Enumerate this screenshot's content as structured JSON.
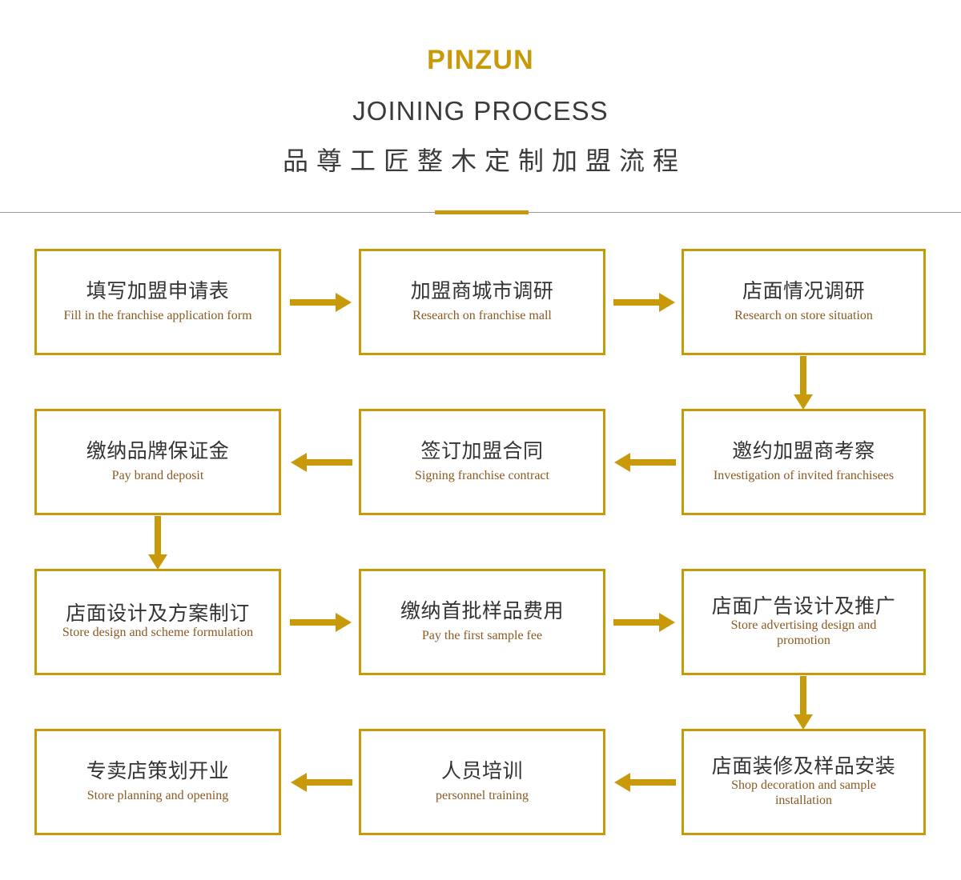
{
  "header": {
    "brand": "PINZUN",
    "subtitle_en": "JOINING PROCESS",
    "subtitle_cn": "品尊工匠整木定制加盟流程",
    "accent_color": "#C89A0A",
    "rule_color": "#9a9a9a"
  },
  "theme": {
    "gold": "#C89A0A",
    "cn_text": "#333333",
    "en_text": "#8a5a22",
    "background": "#ffffff"
  },
  "flow": {
    "nodes": [
      {
        "id": "n1",
        "cn": "填写加盟申请表",
        "en": "Fill in the franchise application form"
      },
      {
        "id": "n2",
        "cn": "加盟商城市调研",
        "en": "Research on franchise mall"
      },
      {
        "id": "n3",
        "cn": "店面情况调研",
        "en": "Research on store situation"
      },
      {
        "id": "n4",
        "cn": "缴纳品牌保证金",
        "en": "Pay brand deposit"
      },
      {
        "id": "n5",
        "cn": "签订加盟合同",
        "en": "Signing franchise contract"
      },
      {
        "id": "n6",
        "cn": "邀约加盟商考察",
        "en": "Investigation of invited franchisees"
      },
      {
        "id": "n7",
        "cn": "店面设计及方案制订",
        "en": "Store design and scheme formulation"
      },
      {
        "id": "n8",
        "cn": "缴纳首批样品费用",
        "en": "Pay the first sample fee"
      },
      {
        "id": "n9",
        "cn": "店面广告设计及推广",
        "en": "Store advertising design and promotion"
      },
      {
        "id": "n10",
        "cn": "专卖店策划开业",
        "en": "Store planning and opening"
      },
      {
        "id": "n11",
        "cn": "人员培训",
        "en": "personnel training"
      },
      {
        "id": "n12",
        "cn": "店面装修及样品安装",
        "en": "Shop decoration and sample installation"
      }
    ],
    "connectors": [
      {
        "id": "c1",
        "from": "n1",
        "to": "n2",
        "direction": "right"
      },
      {
        "id": "c2",
        "from": "n2",
        "to": "n3",
        "direction": "right"
      },
      {
        "id": "c3",
        "from": "n3",
        "to": "n6",
        "direction": "down"
      },
      {
        "id": "c4",
        "from": "n6",
        "to": "n5",
        "direction": "left"
      },
      {
        "id": "c5",
        "from": "n5",
        "to": "n4",
        "direction": "left"
      },
      {
        "id": "c6",
        "from": "n4",
        "to": "n7",
        "direction": "down"
      },
      {
        "id": "c7",
        "from": "n7",
        "to": "n8",
        "direction": "right"
      },
      {
        "id": "c8",
        "from": "n8",
        "to": "n9",
        "direction": "right"
      },
      {
        "id": "c9",
        "from": "n9",
        "to": "n12",
        "direction": "down"
      },
      {
        "id": "c10",
        "from": "n12",
        "to": "n11",
        "direction": "left"
      },
      {
        "id": "c11",
        "from": "n11",
        "to": "n10",
        "direction": "left"
      }
    ]
  }
}
